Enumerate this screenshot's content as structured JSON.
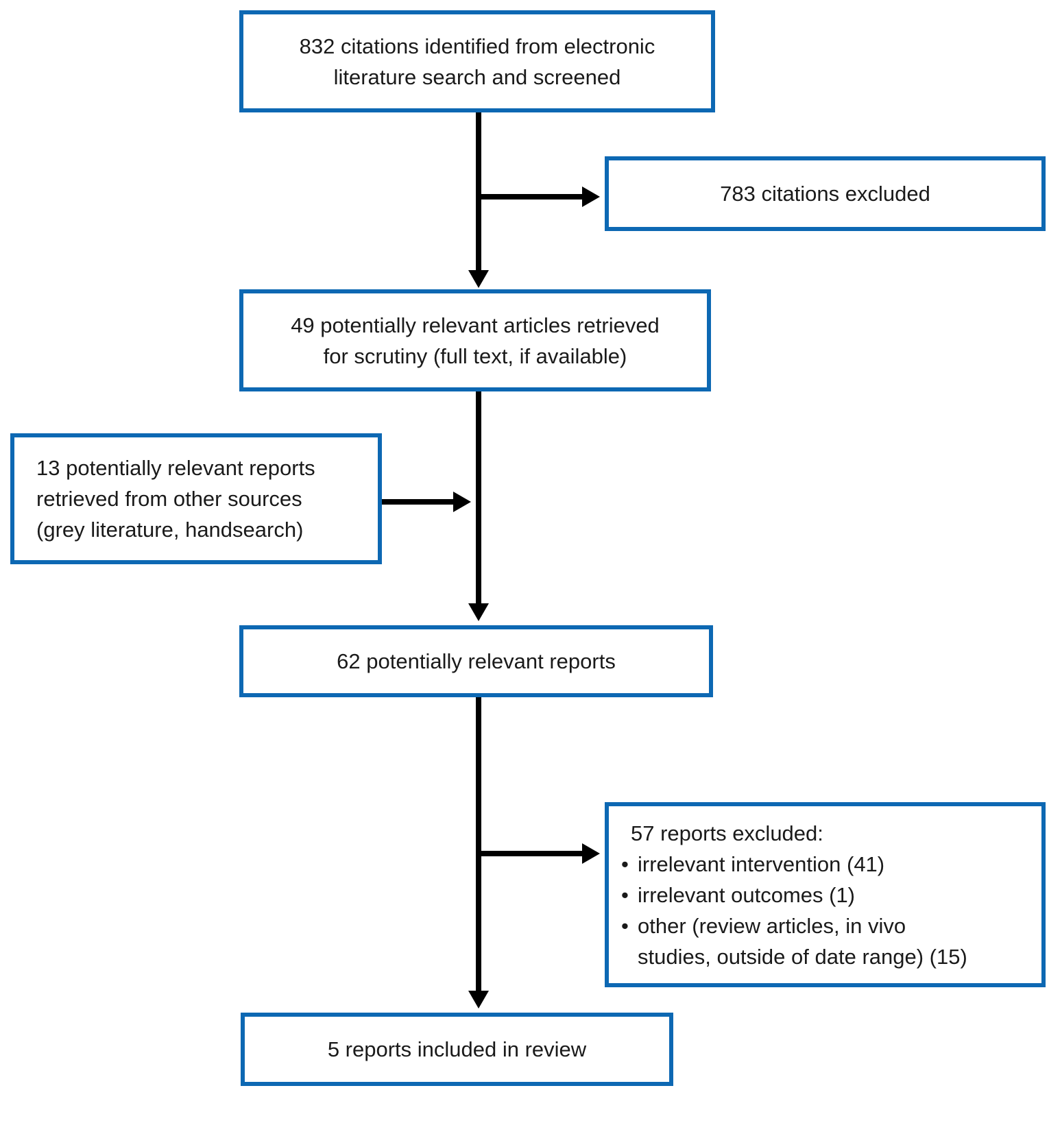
{
  "colors": {
    "box_border": "#0D68B3",
    "box_background": "#FFFFFF",
    "arrow": "#000000",
    "text": "#1A1A1A"
  },
  "boxes": {
    "identified": {
      "text": "832 citations identified from electronic\nliterature search and screened"
    },
    "citations_excluded": {
      "text": "783 citations excluded"
    },
    "retrieved_for_scrutiny": {
      "text": "49 potentially relevant articles retrieved\nfor scrutiny (full text, if available)"
    },
    "other_sources": {
      "text": "13 potentially relevant reports\nretrieved from other sources\n(grey literature, handsearch)"
    },
    "combined_reports": {
      "text": "62 potentially relevant reports"
    },
    "reports_excluded": {
      "title": "57 reports excluded:",
      "bullet_char": "•",
      "bullets": [
        "irrelevant intervention (41)",
        "irrelevant outcomes (1)",
        "other (review articles, in vivo\nstudies, outside of date range) (15)"
      ]
    },
    "included": {
      "text": "5 reports included in review"
    }
  }
}
